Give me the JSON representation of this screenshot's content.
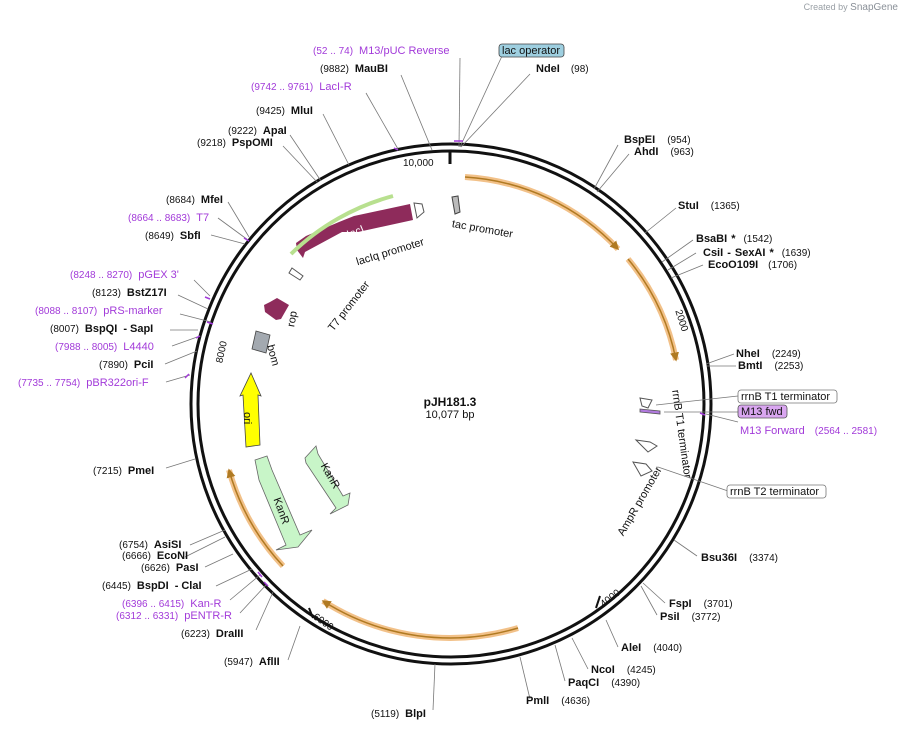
{
  "credit": {
    "prefix": "Created by",
    "brand": "SnapGene"
  },
  "plasmid": {
    "name": "pJH181.3",
    "length": "10,077 bp"
  },
  "ticks": [
    "2000",
    "4000",
    "6000",
    "8000",
    "10,000"
  ],
  "sites": [
    {
      "name": "NdeI",
      "pos": "(98)"
    },
    {
      "name": "MauBI",
      "pos": "(9882)"
    },
    {
      "name": "MluI",
      "pos": "(9425)"
    },
    {
      "name": "ApaI",
      "pos": "(9222)"
    },
    {
      "name": "PspOMI",
      "pos": "(9218)"
    },
    {
      "name": "BspEI",
      "pos": "(954)"
    },
    {
      "name": "AhdI",
      "pos": "(963)"
    },
    {
      "name": "StuI",
      "pos": "(1365)"
    },
    {
      "name": "BsaBI",
      "star": "*",
      "pos": "(1542)"
    },
    {
      "name": "CsiI",
      "name2": "SexAI",
      "star": "*",
      "pos": "(1639)"
    },
    {
      "name": "EcoO109I",
      "pos": "(1706)"
    },
    {
      "name": "MfeI",
      "pos": "(8684)"
    },
    {
      "name": "SbfI",
      "pos": "(8649)"
    },
    {
      "name": "BstZ17I",
      "pos": "(8123)"
    },
    {
      "name": "BspQI",
      "name2": "SapI",
      "pos": "(8007)"
    },
    {
      "name": "PciI",
      "pos": "(7890)"
    },
    {
      "name": "NheI",
      "pos": "(2249)"
    },
    {
      "name": "BmtI",
      "pos": "(2253)"
    },
    {
      "name": "PmeI",
      "pos": "(7215)"
    },
    {
      "name": "Bsu36I",
      "pos": "(3374)"
    },
    {
      "name": "AsiSI",
      "pos": "(6754)"
    },
    {
      "name": "EcoNI",
      "pos": "(6666)"
    },
    {
      "name": "PasI",
      "pos": "(6626)"
    },
    {
      "name": "BspDI",
      "name2": "ClaI",
      "pos": "(6445)"
    },
    {
      "name": "FspI",
      "pos": "(3701)"
    },
    {
      "name": "PsiI",
      "pos": "(3772)"
    },
    {
      "name": "DraIII",
      "pos": "(6223)"
    },
    {
      "name": "AleI",
      "pos": "(4040)"
    },
    {
      "name": "NcoI",
      "pos": "(4245)"
    },
    {
      "name": "PaqCI",
      "pos": "(4390)"
    },
    {
      "name": "AflII",
      "pos": "(5947)"
    },
    {
      "name": "PmlI",
      "pos": "(4636)"
    },
    {
      "name": "BlpI",
      "pos": "(5119)"
    }
  ],
  "primers": [
    {
      "range": "(52 .. 74)",
      "name": "M13/pUC Reverse"
    },
    {
      "range": "(9742 .. 9761)",
      "name": "LacI-R"
    },
    {
      "range": "(8664 .. 8683)",
      "name": "T7"
    },
    {
      "range": "(8248 .. 8270)",
      "name": "pGEX 3'"
    },
    {
      "range": "(8088 .. 8107)",
      "name": "pRS-marker"
    },
    {
      "range": "(7988 .. 8005)",
      "name": "L4440"
    },
    {
      "range": "(7735 .. 7754)",
      "name": "pBR322ori-F"
    },
    {
      "range": "(6396 .. 6415)",
      "name": "Kan-R"
    },
    {
      "range": "(6312 .. 6331)",
      "name": "pENTR-R"
    },
    {
      "range": "(2564 .. 2581)",
      "name": "M13 Forward"
    }
  ],
  "boxed_features": {
    "lac_operator": "lac operator",
    "rrnb_t1": "rrnB T1 terminator",
    "m13_fwd": "M13 fwd",
    "rrnb_t2": "rrnB T2 terminator"
  },
  "features": {
    "laci": "lacI",
    "laciq_promoter": "lacIq promoter",
    "tac_promoter": "tac promoter",
    "t7_promoter": "T7 promoter",
    "rop": "rop",
    "bom": "bom",
    "ori": "ori",
    "kanr_1": "KanR",
    "kanr_2": "KanR",
    "rrnb_t1_term": "rrnB T1 terminator",
    "ampr_promoter": "AmpR promoter"
  },
  "colors": {
    "backbone": "#111111",
    "laci": "#8e2b5b",
    "rop": "#8e2b5b",
    "bom": "#a3a9b0",
    "ori": "#ffff00",
    "kanr": "#c8f5c8",
    "primer": "#a23ad9",
    "orf_fill": "#f2c189",
    "orf_core": "#b07a22",
    "lac_operator_box": "#9ecfe0",
    "m13_fwd_box": "#d9a6f0"
  }
}
